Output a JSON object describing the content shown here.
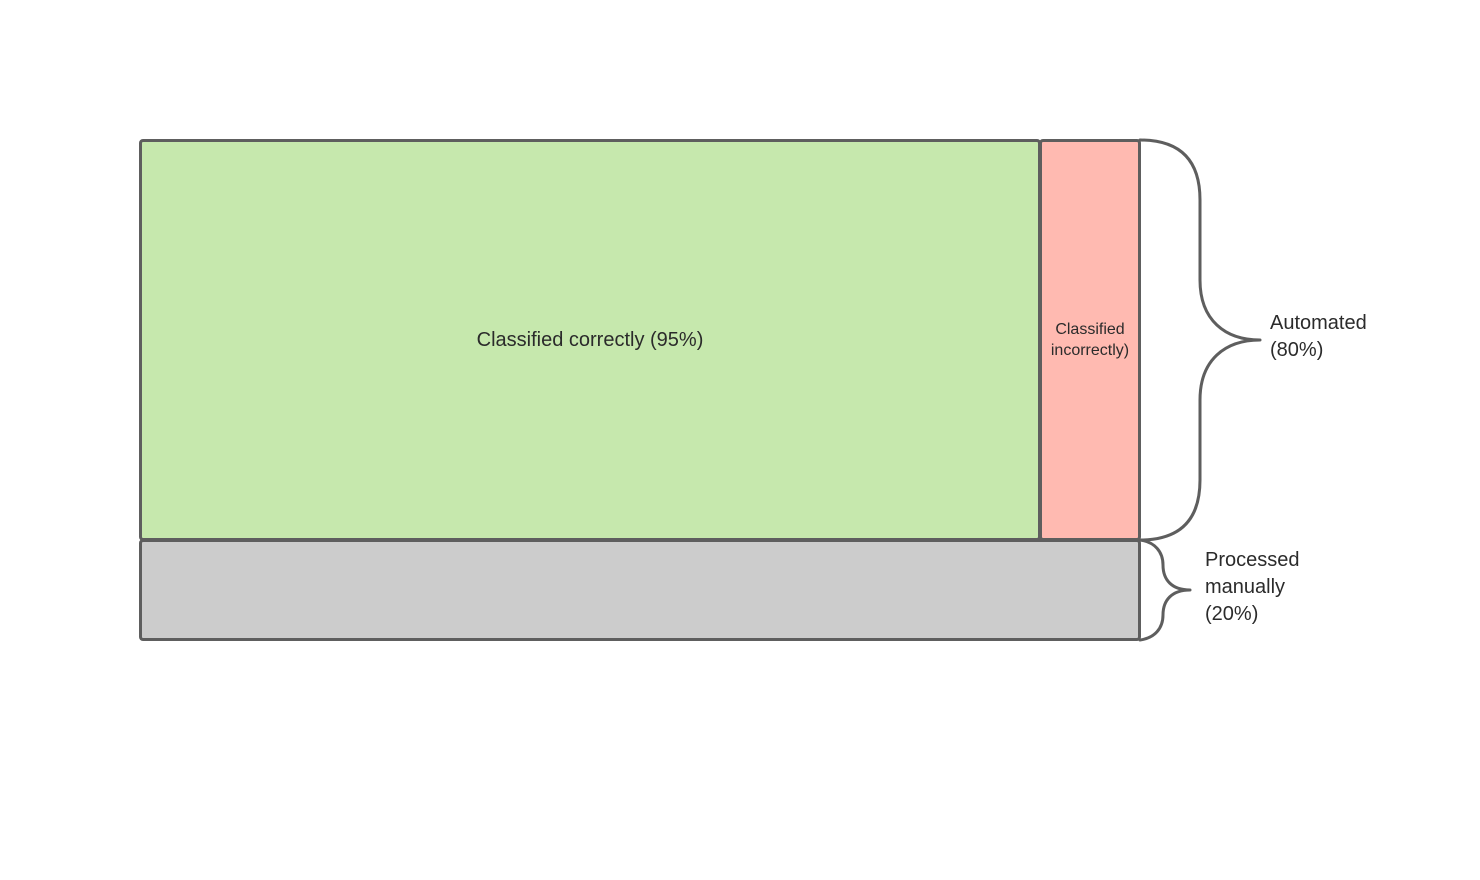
{
  "boxes": {
    "correct": {
      "label": "Classified correctly (95%)",
      "share_of_automated": 0.95,
      "color": "#c6e8ad"
    },
    "incorrect": {
      "label_lines": [
        "Classified",
        "incorrectly)"
      ],
      "share_of_automated": 0.05,
      "color": "#ffbab1"
    },
    "manual": {
      "color": "#cccccc"
    }
  },
  "braces": {
    "automated": {
      "label_lines": [
        "Automated",
        "(80%)"
      ],
      "share": 0.8
    },
    "manual": {
      "label_lines": [
        "Processed",
        "manually",
        "(20%)"
      ],
      "share": 0.2
    }
  },
  "outline_color": "#5e5e5e"
}
